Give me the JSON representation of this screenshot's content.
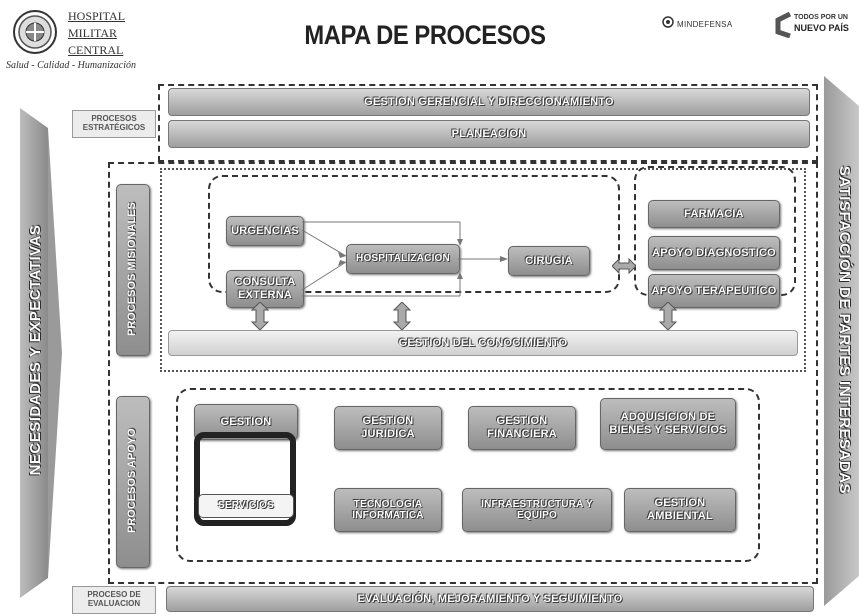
{
  "header": {
    "hospital_line1": "HOSPITAL",
    "hospital_line2": "MILITAR",
    "hospital_line3": "CENTRAL",
    "slogan": "Salud - Calidad - Humanización",
    "title": "MAPA DE PROCESOS",
    "ministry_logo_text": "MINDEFENSA",
    "gov_logo_line1": "TODOS POR UN",
    "gov_logo_line2": "NUEVO PAÍS"
  },
  "left_arrow_text": "NECESIDADES Y EXPECTATIVAS",
  "right_arrow_text": "SATISFACCIÓN DE PARTES INTERESADAS",
  "estrategicos": {
    "label": "PROCESOS ESTRATÉGICOS",
    "band1": "GESTION GERENCIAL Y DIRECCIONAMIENTO",
    "band2": "PLANEACION"
  },
  "misionales": {
    "label": "PROCESOS MISIONALES",
    "urgencias": "URGENCIAS",
    "consulta": "CONSULTA EXTERNA",
    "hospitalizacion": "HOSPITALIZACION",
    "cirugia": "CIRUGIA",
    "farmacia": "FARMACIA",
    "apoyo_diag": "APOYO DIAGNOSTICO",
    "apoyo_terap": "APOYO TERAPEUTICO",
    "conocimiento": "GESTION DEL CONOCIMIENTO"
  },
  "apoyo": {
    "label": "PROCESOS APOYO",
    "gestion_top": "GESTION",
    "servicios": "SERVICIOS",
    "juridica": "GESTION JURIDICA",
    "financiera": "GESTION FINANCIERA",
    "adquisicion": "ADQUISICION DE BIENES Y SERVICIOS",
    "tecnologia": "TECNOLOGIA INFORMATICA",
    "infraestructura": "INFRAESTRUCTURA Y EQUIPO",
    "ambiental": "GESTION AMBIENTAL"
  },
  "evaluacion": {
    "label": "PROCESO DE EVALUACION",
    "band": "EVALUACIÓN, MEJORAMIENTO Y SEGUIMIENTO"
  }
}
